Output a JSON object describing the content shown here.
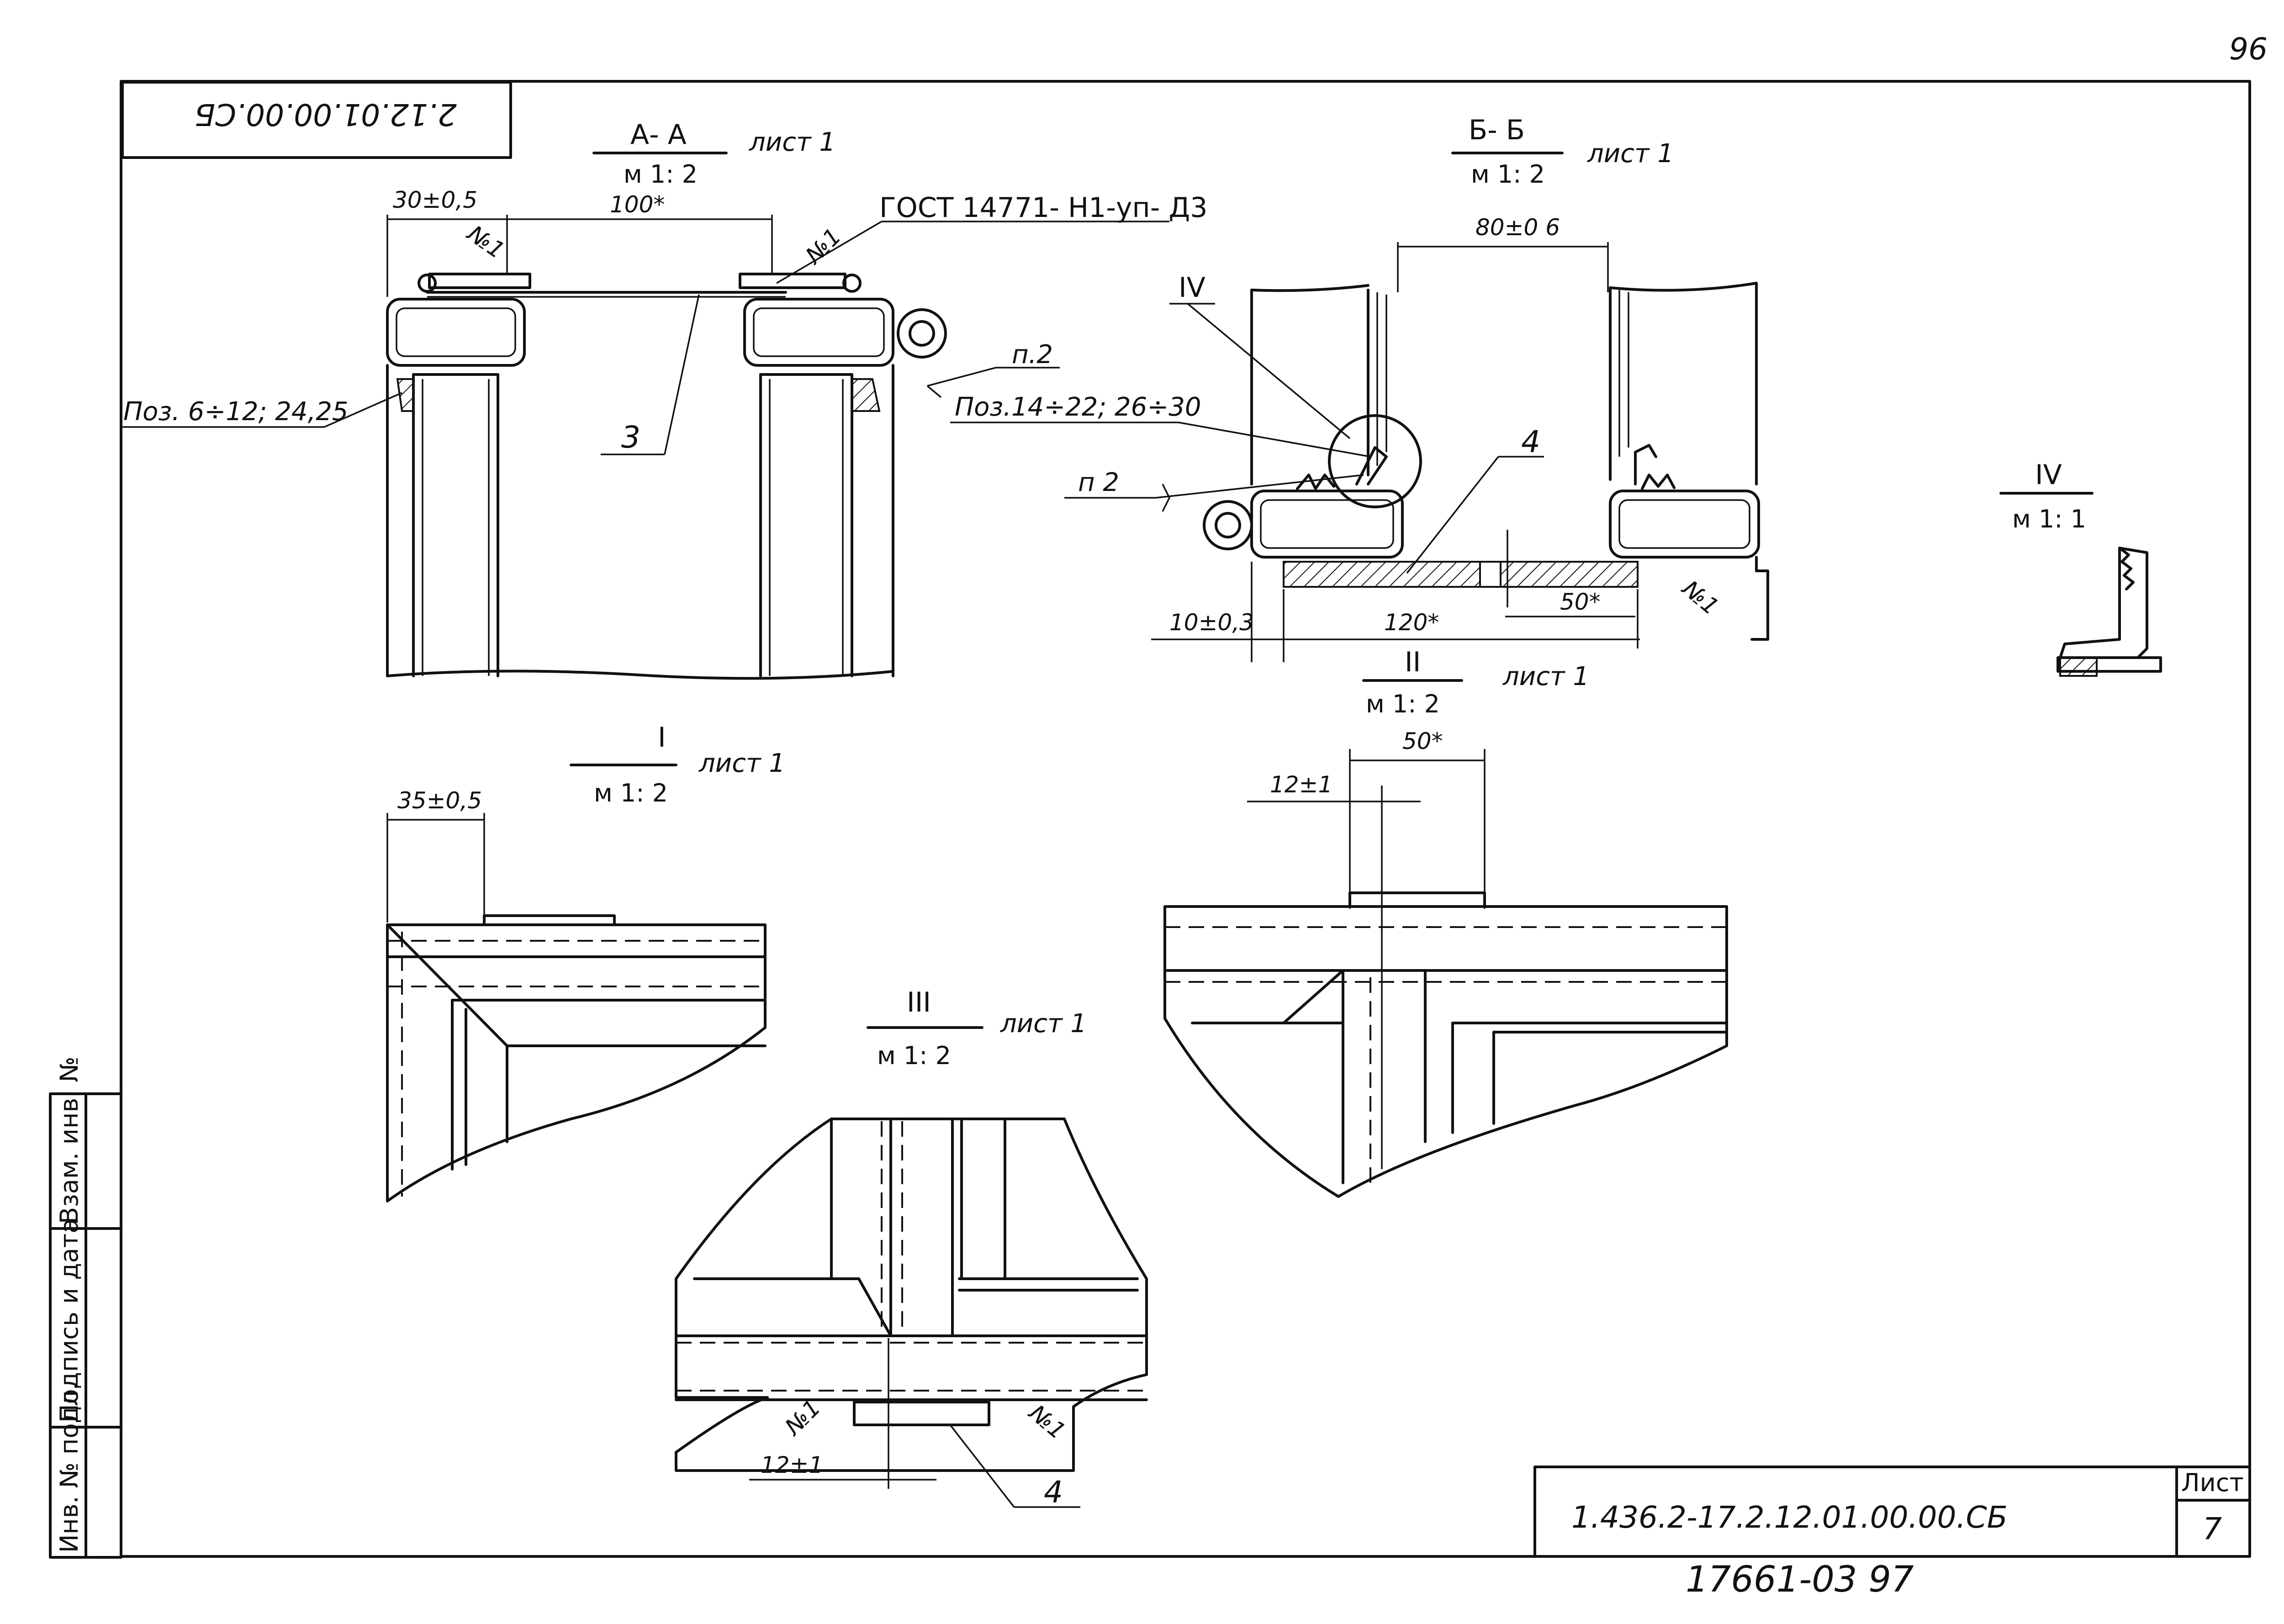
{
  "page_number": "96",
  "stamp_code": "2.12.01.00.00.CБ",
  "document_number": "1.436.2-17.2.12.01.00.00.СБ",
  "sheet_label": "Лист",
  "sheet_number": "7",
  "archive_number": "17661-03   97",
  "margin_labels": {
    "inv_orig": "Инв. № подл.",
    "sign_date": "Подпись и дата",
    "inv_replace": "Взам. инв. №"
  },
  "views": {
    "aa": {
      "title": "А- А",
      "scale": "м 1: 2",
      "sheet_ref": "лист 1"
    },
    "bb": {
      "title": "Б- Б",
      "scale": "м 1: 2",
      "sheet_ref": "лист 1"
    },
    "v1": {
      "title": "I",
      "scale": "м 1: 2",
      "sheet_ref": "лист 1"
    },
    "v2": {
      "title": "II",
      "scale": "м 1: 2",
      "sheet_ref": "лист 1"
    },
    "v3": {
      "title": "III",
      "scale": "м 1: 2",
      "sheet_ref": "лист 1"
    },
    "v4": {
      "title": "IV",
      "scale": "м 1: 1"
    }
  },
  "dimensions": {
    "d30": "30±0,5",
    "d100": "100*",
    "d80": "80±0 6",
    "d10": "10±0,3",
    "d120": "120*",
    "d50a": "50*",
    "d35": "35±0,5",
    "d50b": "50*",
    "d12a": "12±1",
    "d12b": "12±1"
  },
  "callouts": {
    "gost": "ГОСТ 14771- Н1-уп- Д3",
    "pos_a": "Поз. 6÷12; 24,25",
    "pos_b": "Поз.14÷22; 26÷30",
    "item3": "3",
    "item4a": "4",
    "item4b": "4",
    "p2a": "п.2",
    "p2b": "п 2",
    "iv_ref": "IV",
    "weld_a1": "№1",
    "weld_a2": "№1",
    "weld_b1": "№1",
    "weld_c1": "№1",
    "weld_c2": "№1"
  }
}
